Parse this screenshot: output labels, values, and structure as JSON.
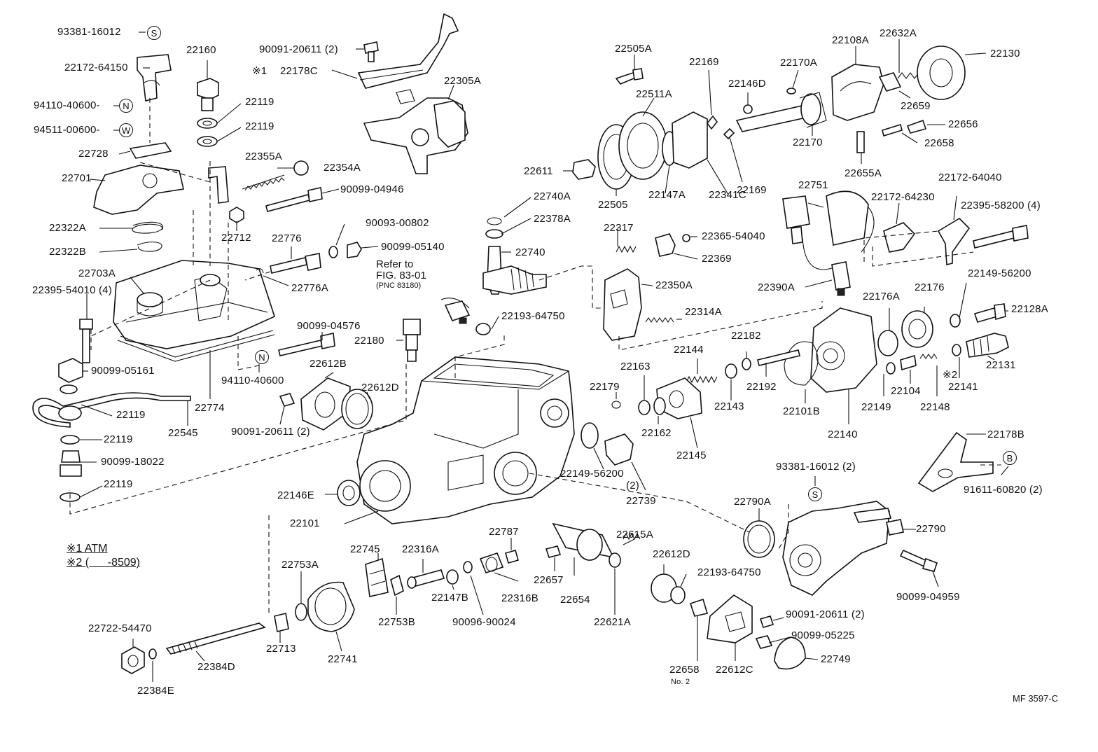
{
  "figure_id": "MF 3597-C",
  "reference_note": {
    "line1": "Refer to",
    "line2": "FIG. 83-01",
    "line3": "(PNC 83180)"
  },
  "legend": [
    {
      "text": "※1 ATM"
    },
    {
      "text": "※2 (      -8509)"
    }
  ],
  "symbols": [
    {
      "id": "s1",
      "text": "S"
    },
    {
      "id": "n1",
      "text": "N"
    },
    {
      "id": "w1",
      "text": "W"
    },
    {
      "id": "n2",
      "text": "N"
    },
    {
      "id": "s2",
      "text": "S"
    },
    {
      "id": "b1",
      "text": "B"
    }
  ],
  "labels": [
    {
      "id": "l001",
      "text": "93381-16012"
    },
    {
      "id": "l002",
      "text": "22172-64150"
    },
    {
      "id": "l003",
      "text": "94110-40600-"
    },
    {
      "id": "l004",
      "text": "94511-00600-"
    },
    {
      "id": "l005",
      "text": "22728"
    },
    {
      "id": "l006",
      "text": "22701"
    },
    {
      "id": "l007",
      "text": "22322A"
    },
    {
      "id": "l008",
      "text": "22322B"
    },
    {
      "id": "l009",
      "text": "22703A"
    },
    {
      "id": "l010",
      "text": "22395-54010 (4)"
    },
    {
      "id": "l011",
      "text": "90099-05161"
    },
    {
      "id": "l012",
      "text": "22119"
    },
    {
      "id": "l013",
      "text": "22545"
    },
    {
      "id": "l014",
      "text": "22119"
    },
    {
      "id": "l015",
      "text": "90099-18022"
    },
    {
      "id": "l016",
      "text": "22119"
    },
    {
      "id": "l017",
      "text": "22160"
    },
    {
      "id": "l018",
      "text": "22119"
    },
    {
      "id": "l019",
      "text": "22119"
    },
    {
      "id": "l020",
      "text": "22355A"
    },
    {
      "id": "l021",
      "text": "22354A"
    },
    {
      "id": "l022",
      "text": "90099-04946"
    },
    {
      "id": "l023",
      "text": "22712"
    },
    {
      "id": "l024",
      "text": "22776"
    },
    {
      "id": "l025",
      "text": "22776A"
    },
    {
      "id": "l026",
      "text": "90093-00802"
    },
    {
      "id": "l027",
      "text": "90099-05140"
    },
    {
      "id": "l028",
      "text": "90099-04576"
    },
    {
      "id": "l029",
      "text": "94110-40600"
    },
    {
      "id": "l030",
      "text": "22774"
    },
    {
      "id": "l031",
      "text": "90091-20611 (2)"
    },
    {
      "id": "l032",
      "text": "※1"
    },
    {
      "id": "l033",
      "text": "22178C"
    },
    {
      "id": "l034",
      "text": "22305A"
    },
    {
      "id": "l035",
      "text": "22740A"
    },
    {
      "id": "l036",
      "text": "22378A"
    },
    {
      "id": "l037",
      "text": "22740"
    },
    {
      "id": "l038",
      "text": "22193-64750"
    },
    {
      "id": "l039",
      "text": "22180"
    },
    {
      "id": "l040",
      "text": "22612B"
    },
    {
      "id": "l041",
      "text": "22612D"
    },
    {
      "id": "l042",
      "text": "90091-20611 (2)"
    },
    {
      "id": "l043",
      "text": "22146E"
    },
    {
      "id": "l044",
      "text": "22101"
    },
    {
      "id": "l045",
      "text": "22505A"
    },
    {
      "id": "l046",
      "text": "22511A"
    },
    {
      "id": "l047",
      "text": "22611"
    },
    {
      "id": "l048",
      "text": "22505"
    },
    {
      "id": "l049",
      "text": "22147A"
    },
    {
      "id": "l050",
      "text": "22341C"
    },
    {
      "id": "l051",
      "text": "22169"
    },
    {
      "id": "l052",
      "text": "22169"
    },
    {
      "id": "l053",
      "text": "22146D"
    },
    {
      "id": "l054",
      "text": "22170A"
    },
    {
      "id": "l055",
      "text": "22170"
    },
    {
      "id": "l056",
      "text": "22108A"
    },
    {
      "id": "l057",
      "text": "22632A"
    },
    {
      "id": "l058",
      "text": "22130"
    },
    {
      "id": "l059",
      "text": "22659"
    },
    {
      "id": "l060",
      "text": "22656"
    },
    {
      "id": "l061",
      "text": "22658"
    },
    {
      "id": "l062",
      "text": "22655A"
    },
    {
      "id": "l063",
      "text": "22317"
    },
    {
      "id": "l064",
      "text": "22365-54040"
    },
    {
      "id": "l065",
      "text": "22369"
    },
    {
      "id": "l066",
      "text": "22350A"
    },
    {
      "id": "l067",
      "text": "22314A"
    },
    {
      "id": "l068",
      "text": "22751"
    },
    {
      "id": "l069",
      "text": "22172-64230"
    },
    {
      "id": "l070",
      "text": "22172-64040"
    },
    {
      "id": "l071",
      "text": "22395-58200 (4)"
    },
    {
      "id": "l072",
      "text": "22390A"
    },
    {
      "id": "l073",
      "text": "22149-56200"
    },
    {
      "id": "l074",
      "text": "22176A"
    },
    {
      "id": "l075",
      "text": "22176"
    },
    {
      "id": "l076",
      "text": "22128A"
    },
    {
      "id": "l077",
      "text": "22144"
    },
    {
      "id": "l078",
      "text": "22182"
    },
    {
      "id": "l079",
      "text": "22163"
    },
    {
      "id": "l080",
      "text": "22179"
    },
    {
      "id": "l081",
      "text": "22162"
    },
    {
      "id": "l082",
      "text": "22143"
    },
    {
      "id": "l083",
      "text": "22192"
    },
    {
      "id": "l084",
      "text": "22101B"
    },
    {
      "id": "l085",
      "text": "22145"
    },
    {
      "id": "l086",
      "text": "22140"
    },
    {
      "id": "l087",
      "text": "22149"
    },
    {
      "id": "l088",
      "text": "22104"
    },
    {
      "id": "l089",
      "text": "22148"
    },
    {
      "id": "l090",
      "text": "※2"
    },
    {
      "id": "l091",
      "text": "22141"
    },
    {
      "id": "l092",
      "text": "22131"
    },
    {
      "id": "l093",
      "text": "22149-56200"
    },
    {
      "id": "l094",
      "text": "(2)"
    },
    {
      "id": "l095",
      "text": "22739"
    },
    {
      "id": "l096",
      "text": "22178B"
    },
    {
      "id": "l097",
      "text": "93381-16012 (2)"
    },
    {
      "id": "l098",
      "text": "91611-60820 (2)"
    },
    {
      "id": "l099",
      "text": "22790A"
    },
    {
      "id": "l100",
      "text": "22790"
    },
    {
      "id": "l101",
      "text": "90099-04959"
    },
    {
      "id": "l102",
      "text": "22787"
    },
    {
      "id": "l103",
      "text": "22615A"
    },
    {
      "id": "l104",
      "text": "22745"
    },
    {
      "id": "l105",
      "text": "22316A"
    },
    {
      "id": "l106",
      "text": "22753A"
    },
    {
      "id": "l107",
      "text": "22657"
    },
    {
      "id": "l108",
      "text": "22654"
    },
    {
      "id": "l109",
      "text": "22612D"
    },
    {
      "id": "l110",
      "text": "22193-64750"
    },
    {
      "id": "l111",
      "text": "22147B"
    },
    {
      "id": "l112",
      "text": "22316B"
    },
    {
      "id": "l113",
      "text": "22753B"
    },
    {
      "id": "l114",
      "text": "90096-90024"
    },
    {
      "id": "l115",
      "text": "22621A"
    },
    {
      "id": "l116",
      "text": "90091-20611 (2)"
    },
    {
      "id": "l117",
      "text": "90099-05225"
    },
    {
      "id": "l118",
      "text": "22749"
    },
    {
      "id": "l119",
      "text": "22658"
    },
    {
      "id": "l120",
      "text": "No. 2"
    },
    {
      "id": "l121",
      "text": "22612C"
    },
    {
      "id": "l122",
      "text": "22722-54470"
    },
    {
      "id": "l123",
      "text": "22384D"
    },
    {
      "id": "l124",
      "text": "22384E"
    },
    {
      "id": "l125",
      "text": "22713"
    },
    {
      "id": "l126",
      "text": "22741"
    }
  ]
}
